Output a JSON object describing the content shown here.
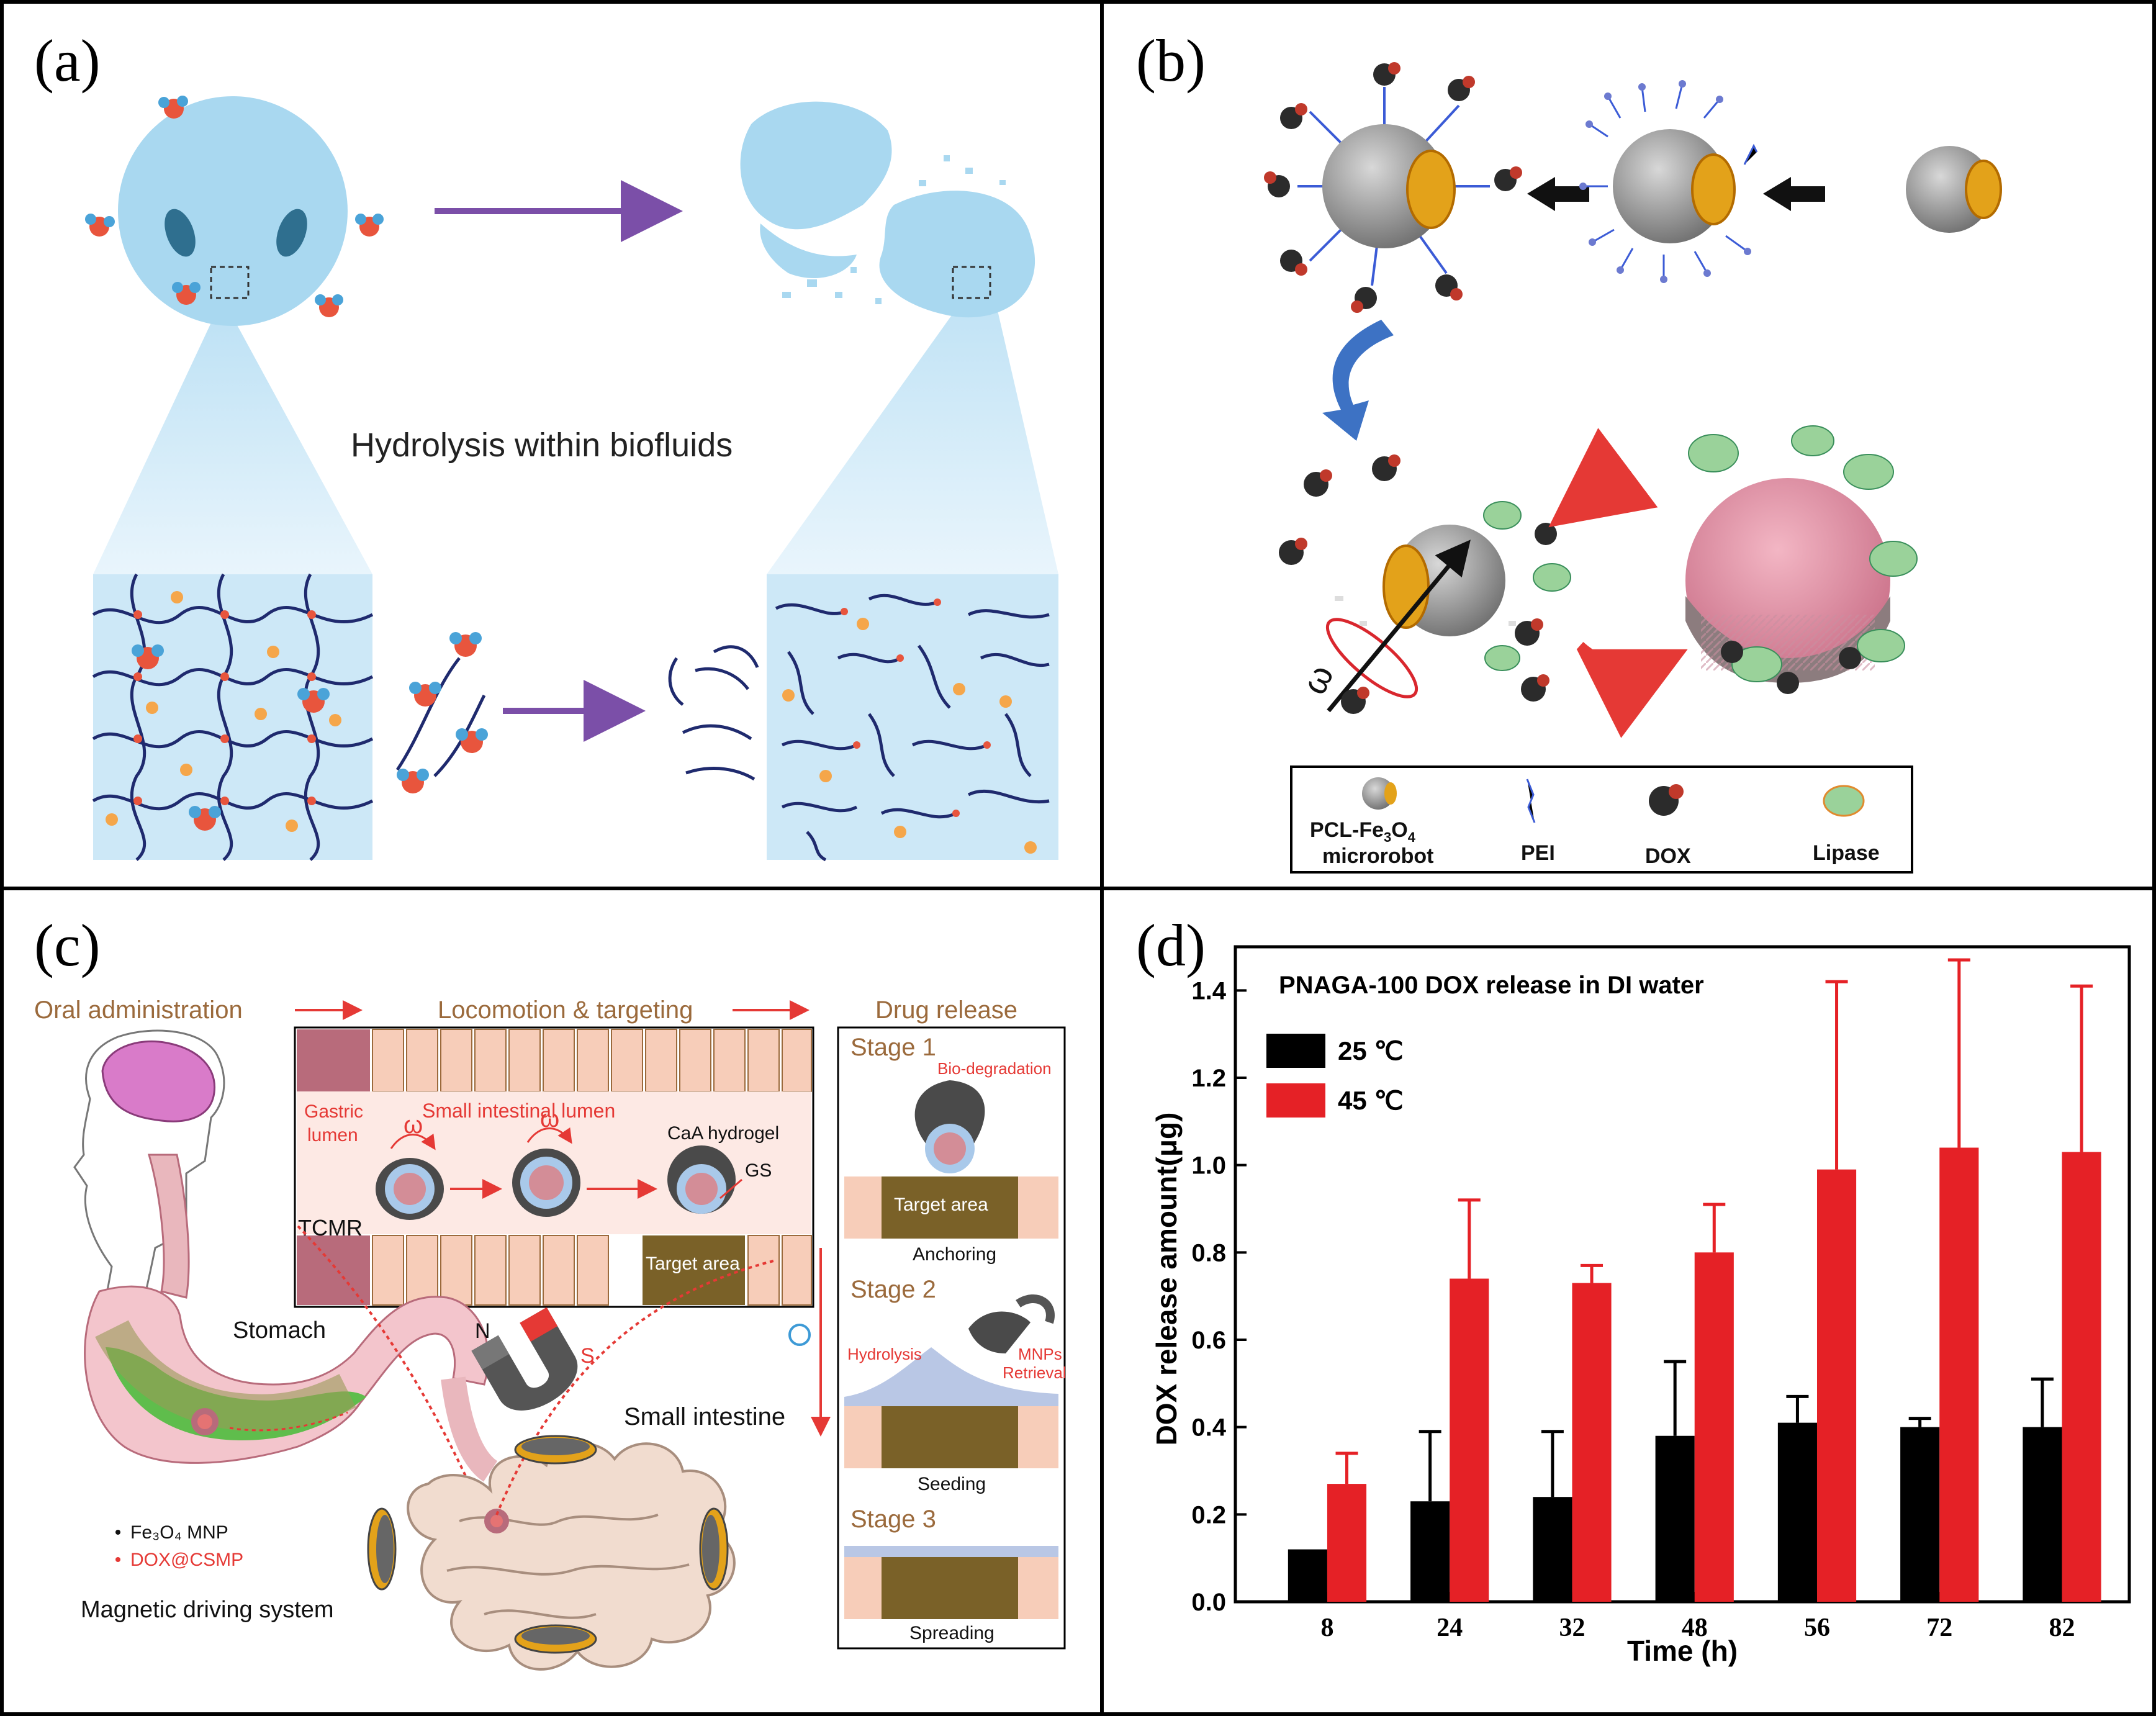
{
  "panels": {
    "a": {
      "label": "(a)",
      "caption": "Hydrolysis within biofluids"
    },
    "b": {
      "label": "(b)",
      "legend": {
        "microrobot_line1": "PCL-Fe",
        "microrobot_sub1": "3",
        "microrobot_mid": "O",
        "microrobot_sub2": "4",
        "microrobot_line2": "microrobot",
        "pei": "PEI",
        "dox": "DOX",
        "lipase": "Lipase"
      },
      "omega": "ω"
    },
    "c": {
      "label": "(c)",
      "steps": {
        "oral": "Oral administration",
        "locomotion": "Locomotion & targeting",
        "release": "Drug release"
      },
      "inset": {
        "gastric_lumen_1": "Gastric",
        "gastric_lumen_2": "lumen",
        "small_intestinal_lumen": "Small intestinal lumen",
        "omega": "ω",
        "cah": "CaA hydrogel",
        "gs": "GS",
        "tcmr": "TCMR",
        "target_area": "Target area"
      },
      "body": {
        "stomach": "Stomach",
        "small_intestine": "Small intestine",
        "magnet_n": "N",
        "magnet_s": "S",
        "legend_mnp": "Fe₃O₄ MNP",
        "legend_dox": "DOX@CSMP",
        "system": "Magnetic driving system"
      },
      "stages": [
        {
          "title": "Stage 1",
          "note": "Bio-degradation",
          "area": "Target area",
          "caption": "Anchoring"
        },
        {
          "title": "Stage 2",
          "note_left": "Hydrolysis",
          "note_right_1": "MNPs",
          "note_right_2": "Retrieval",
          "caption": "Seeding"
        },
        {
          "title": "Stage 3",
          "caption": "Spreading"
        }
      ]
    },
    "d": {
      "label": "(d)"
    }
  },
  "colors": {
    "panel_a_blue": "#a9d8f0",
    "panel_a_arrow": "#7b4fa8",
    "chain": "#1f2a6e",
    "red_bar": "#e52126",
    "black_bar": "#000000",
    "accent_brown": "#9b6a3c",
    "accent_red": "#e53935"
  },
  "chart_data": {
    "type": "bar",
    "title": "PNAGA-100 DOX release in DI water",
    "xlabel": "Time (h)",
    "ylabel": "DOX release amount(μg)",
    "categories": [
      "8",
      "24",
      "32",
      "48",
      "56",
      "72",
      "82"
    ],
    "ylim": [
      0.0,
      1.5
    ],
    "yticks": [
      "0.0",
      "0.2",
      "0.4",
      "0.6",
      "0.8",
      "1.0",
      "1.2",
      "1.4"
    ],
    "legend_position": "top-left",
    "series": [
      {
        "name": "25 ℃",
        "color": "#000000",
        "values": [
          0.12,
          0.23,
          0.24,
          0.38,
          0.41,
          0.4,
          0.4
        ],
        "errors": [
          0.0,
          0.16,
          0.15,
          0.17,
          0.06,
          0.02,
          0.11
        ]
      },
      {
        "name": "45 ℃",
        "color": "#e52126",
        "values": [
          0.27,
          0.74,
          0.73,
          0.8,
          0.99,
          1.04,
          1.03
        ],
        "errors": [
          0.07,
          0.18,
          0.04,
          0.11,
          0.43,
          0.43,
          0.38
        ]
      }
    ]
  }
}
